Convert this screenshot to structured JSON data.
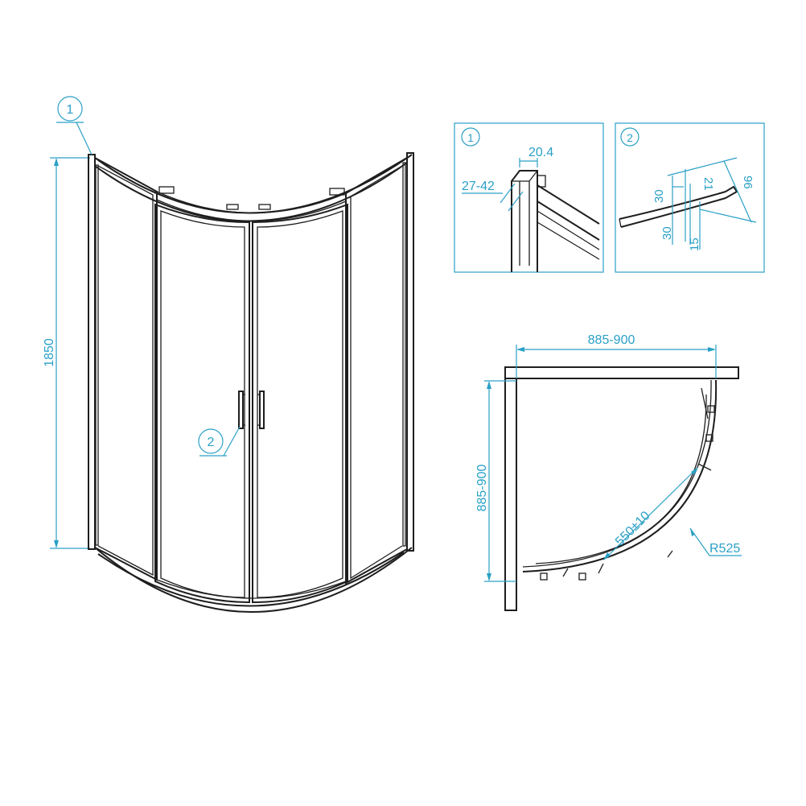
{
  "front_view": {
    "height_label": "1850",
    "callout_profile": "1",
    "callout_handle": "2"
  },
  "detail_profile": {
    "number": "1",
    "width_label": "20.4",
    "adjust_label": "27-42"
  },
  "detail_handle": {
    "number": "2",
    "dim_21": "21",
    "dim_96": "96",
    "dim_30_top": "30",
    "dim_30_bottom": "30",
    "dim_15": "15"
  },
  "plan_view": {
    "width_label": "885-900",
    "depth_label": "885-900",
    "opening_label": "550±10",
    "radius_label": "R525"
  }
}
